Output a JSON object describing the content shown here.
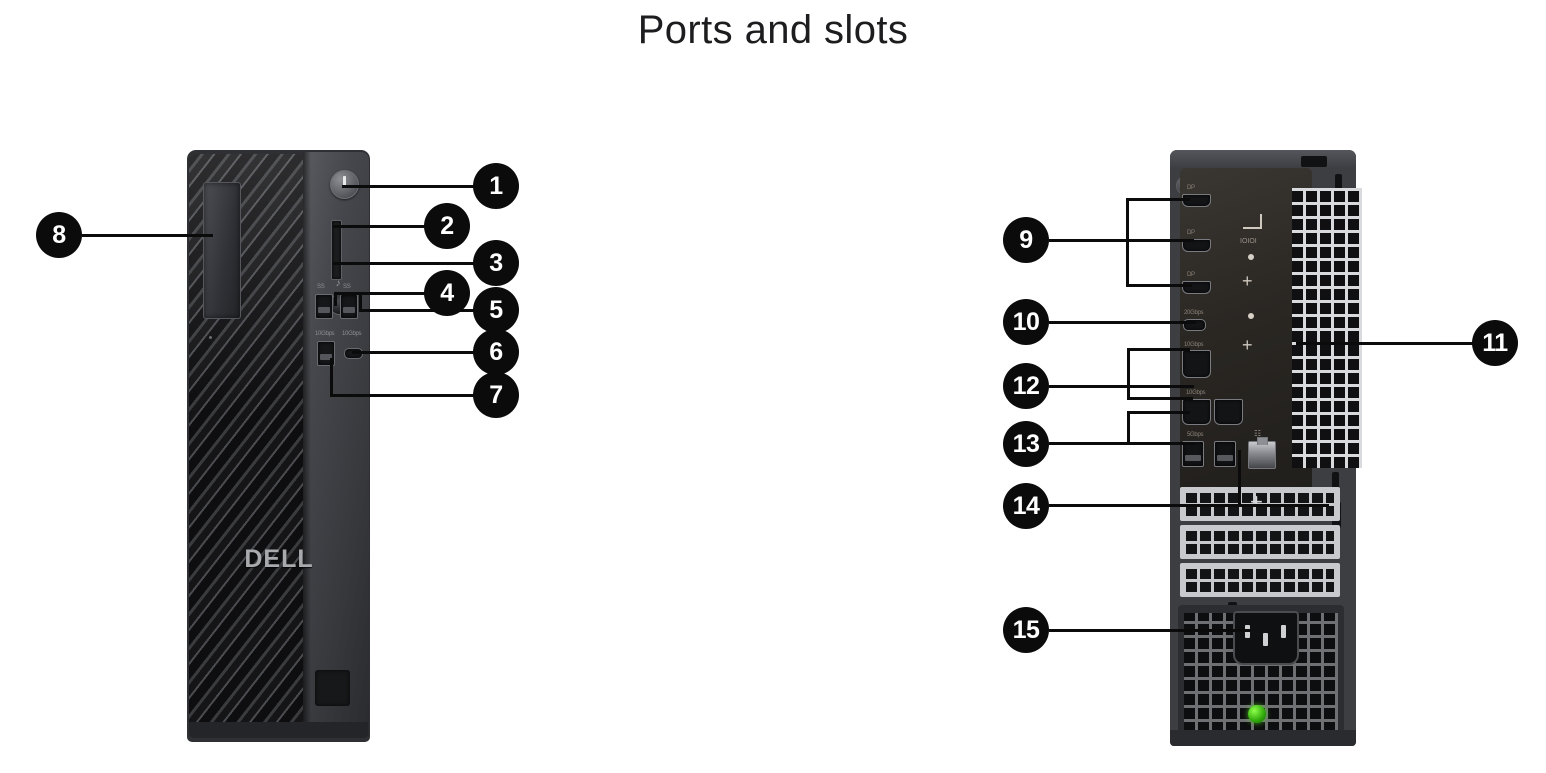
{
  "page": {
    "title": "Ports and slots",
    "background_color": "#ffffff",
    "callout_fill": "#0b0b0b",
    "callout_text_color": "#ffffff",
    "leader_line_color": "#0b0b0b"
  },
  "views": {
    "front": {
      "name": "front-view",
      "brand": "DELL"
    },
    "rear": {
      "name": "rear-view"
    }
  },
  "callouts": [
    {
      "number": "1",
      "view": "front",
      "target": "power-button"
    },
    {
      "number": "2",
      "view": "front",
      "target": "sd-card-slot"
    },
    {
      "number": "3",
      "view": "front",
      "target": "headset-jack"
    },
    {
      "number": "4",
      "view": "front",
      "target": "usb-a-port-upper-left"
    },
    {
      "number": "5",
      "view": "front",
      "target": "usb-a-port-upper-right"
    },
    {
      "number": "6",
      "view": "front",
      "target": "usb-c-port"
    },
    {
      "number": "7",
      "view": "front",
      "target": "usb-a-port-lower"
    },
    {
      "number": "8",
      "view": "front",
      "target": "front-grille-bay"
    },
    {
      "number": "9",
      "view": "rear",
      "target": "displayport-group"
    },
    {
      "number": "10",
      "view": "rear",
      "target": "usb-c-port-rear"
    },
    {
      "number": "11",
      "view": "rear",
      "target": "chassis-right-edge"
    },
    {
      "number": "12",
      "view": "rear",
      "target": "displayport-group-lower"
    },
    {
      "number": "13",
      "view": "rear",
      "target": "usb-a-ports-and-network-port"
    },
    {
      "number": "14",
      "view": "rear",
      "target": "expansion-card-slots"
    },
    {
      "number": "15",
      "view": "rear",
      "target": "power-cable-connector"
    }
  ],
  "front_panel_labels": {
    "usb_row_1_left": "SS",
    "usb_row_1_right": "SS",
    "usb_row_2_left": "10Gbps",
    "usb_row_2_right": "10Gbps",
    "headset_icon": "headset-icon",
    "power_icon": "power-icon"
  },
  "rear_panel_labels": {
    "dp_1": "DP",
    "dp_2": "DP",
    "dp_3": "DP",
    "usb_c": "20Gbps",
    "dp_4": "10Gbps",
    "usb_pair": "10Gbps",
    "usb_row_bottom": "5Gbps",
    "io_mark": "IOIOI",
    "network_icon": "network-port-icon"
  }
}
